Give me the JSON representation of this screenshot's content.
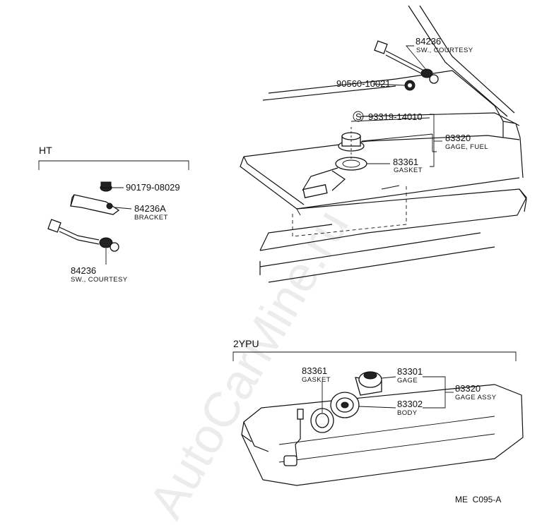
{
  "watermark": "AutoCarMine.ru",
  "sections": {
    "ht": {
      "title": "HT"
    },
    "ypu": {
      "title": "2YPU"
    }
  },
  "labels": {
    "sw_courtesy_top": {
      "part_no": "84236",
      "name": "SW., COURTESY"
    },
    "nut_top": {
      "part_no": "90560-10021"
    },
    "screw": {
      "symbol": "S",
      "part_no": "93319-14010"
    },
    "gage_fuel": {
      "part_no": "83320",
      "name": "GAGE, FUEL"
    },
    "gasket_top": {
      "part_no": "83361",
      "name": "GASKET"
    },
    "nut_ht": {
      "part_no": "90179-08029"
    },
    "bracket": {
      "part_no": "84236A",
      "name": "BRACKET"
    },
    "sw_courtesy_ht": {
      "part_no": "84236",
      "name": "SW., COURTESY"
    },
    "gasket_ypu": {
      "part_no": "83361",
      "name": "GASKET"
    },
    "gage_ypu": {
      "part_no": "83301",
      "name": "GAGE"
    },
    "gage_assy": {
      "part_no": "83320",
      "name": "GAGE ASSY"
    },
    "body_ypu": {
      "part_no": "83302",
      "name": "BODY"
    }
  },
  "figure_code": "ME  C095-A"
}
